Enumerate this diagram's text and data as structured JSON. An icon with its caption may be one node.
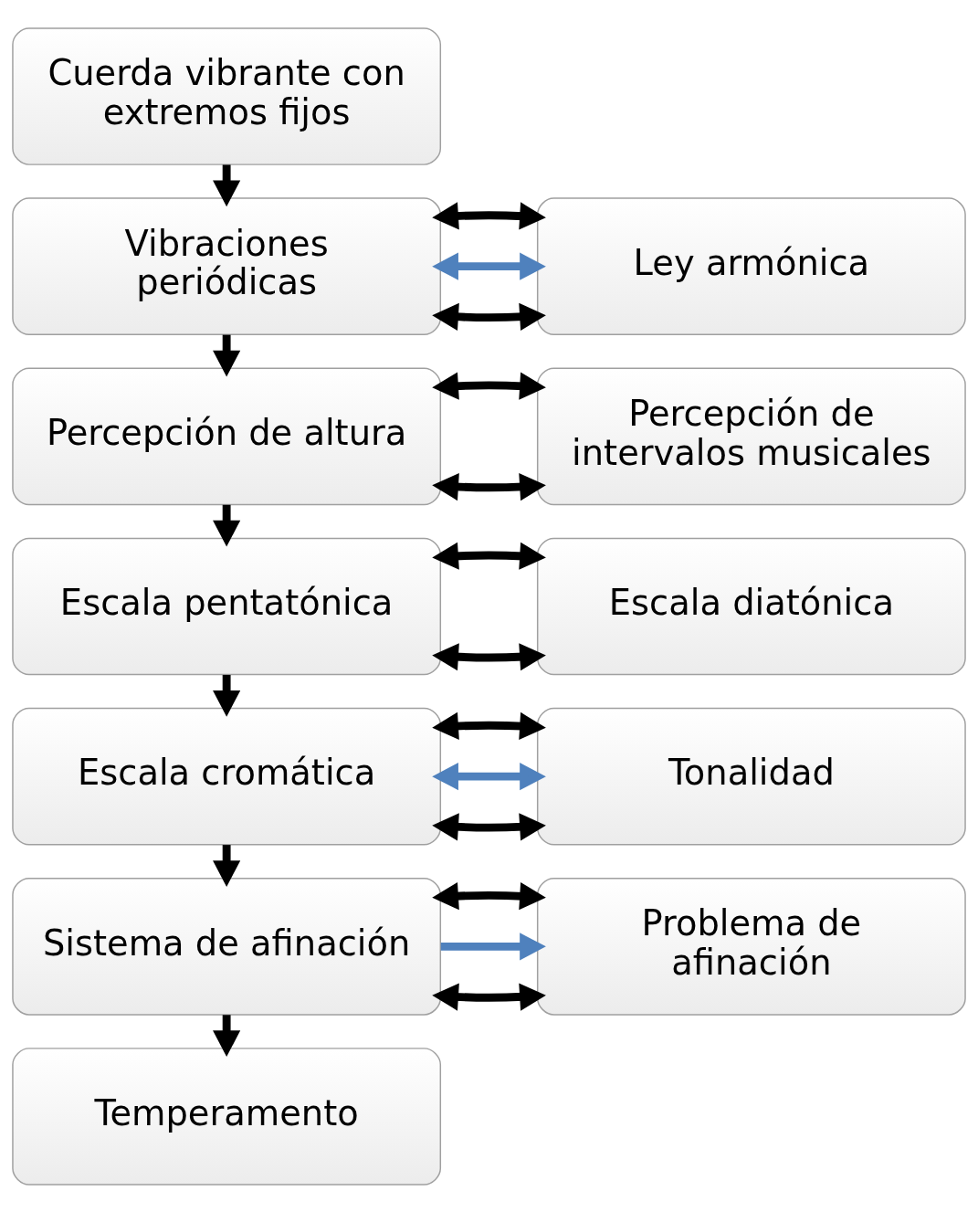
{
  "diagram": {
    "nodes": [
      {
        "text": [
          "Cuerda vibrante con extremos fijos"
        ]
      },
      {
        "text": [
          "Vibraciones periódicas"
        ]
      },
      {
        "text": [
          "Ley armónica"
        ]
      },
      {
        "text": [
          "Percepción de altura"
        ]
      },
      {
        "text": [
          "Percepción de intervalos musicales"
        ]
      },
      {
        "text": [
          "Escala pentatónica"
        ]
      },
      {
        "text": [
          "Escala diatónica"
        ]
      },
      {
        "text": [
          "Escala cromática"
        ]
      },
      {
        "text": [
          "Tonalidad"
        ]
      },
      {
        "text": [
          "Sistema de afinación"
        ]
      },
      {
        "text": [
          "Problema de afinación"
        ]
      },
      {
        "text": [
          "Temperamento"
        ]
      }
    ],
    "edges": [
      {
        "from": 0,
        "to": 1,
        "arrow": "to"
      },
      {
        "from": 1,
        "to": 2,
        "arrow": "both"
      },
      {
        "from": 1,
        "to": 2,
        "arrow": "both",
        "color": "#4f81bd"
      },
      {
        "from": 1,
        "to": 2,
        "arrow": "both"
      },
      {
        "from": 1,
        "to": 3,
        "arrow": "to"
      },
      {
        "from": 3,
        "to": 4,
        "arrow": "both"
      },
      {
        "from": 3,
        "to": 4,
        "arrow": "both"
      },
      {
        "from": 3,
        "to": 5,
        "arrow": "to"
      },
      {
        "from": 5,
        "to": 6,
        "arrow": "both"
      },
      {
        "from": 5,
        "to": 6,
        "arrow": "both"
      },
      {
        "from": 5,
        "to": 7,
        "arrow": "to"
      },
      {
        "from": 7,
        "to": 8,
        "arrow": "both"
      },
      {
        "from": 7,
        "to": 8,
        "arrow": "both",
        "color": "#4f81bd"
      },
      {
        "from": 7,
        "to": 8,
        "arrow": "both"
      },
      {
        "from": 7,
        "to": 9,
        "arrow": "to"
      },
      {
        "from": 9,
        "to": 10,
        "arrow": "both"
      },
      {
        "from": 9,
        "to": 10,
        "arrow": "to",
        "color": "#4f81bd"
      },
      {
        "from": 9,
        "to": 10,
        "arrow": "both"
      },
      {
        "from": 9,
        "to": 11,
        "arrow": "to"
      }
    ]
  }
}
